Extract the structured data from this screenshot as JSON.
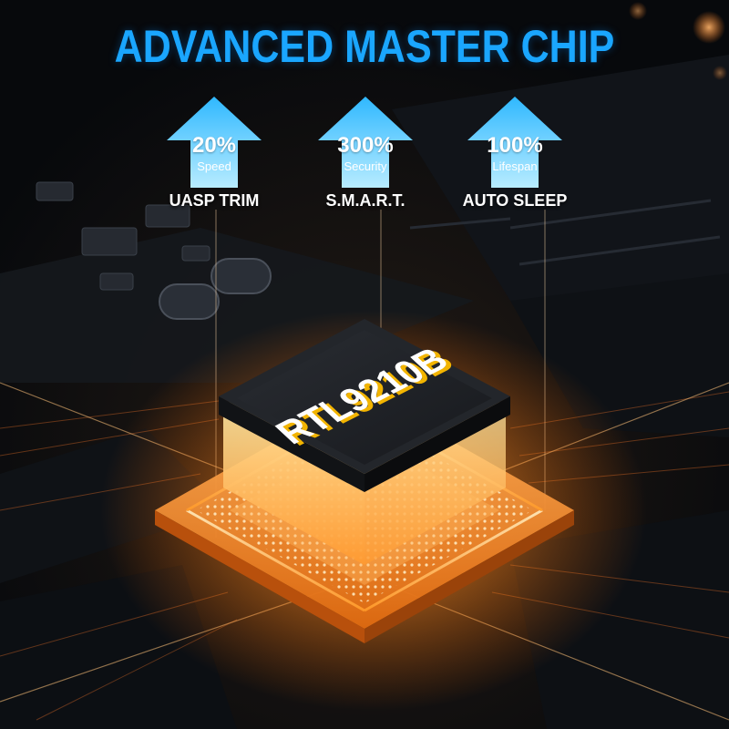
{
  "headline": "ADVANCED MASTER CHIP",
  "features": [
    {
      "value": "20%",
      "label": "Speed",
      "name": "UASP TRIM"
    },
    {
      "value": "300%",
      "label": "Security",
      "name": "S.M.A.R.T."
    },
    {
      "value": "100%",
      "label": "Lifespan",
      "name": "AUTO SLEEP"
    }
  ],
  "chip_label": "RTL9210B",
  "colors": {
    "accent_blue": "#1aa6ff",
    "arrow_top": "#2fb8ff",
    "arrow_bottom": "#b8ecff",
    "chip_glow": "#ff9a2a",
    "chip_text": "#ffffff",
    "chip_text_shadow": "#f2b400"
  },
  "icons": [
    "up-arrow-icon"
  ]
}
